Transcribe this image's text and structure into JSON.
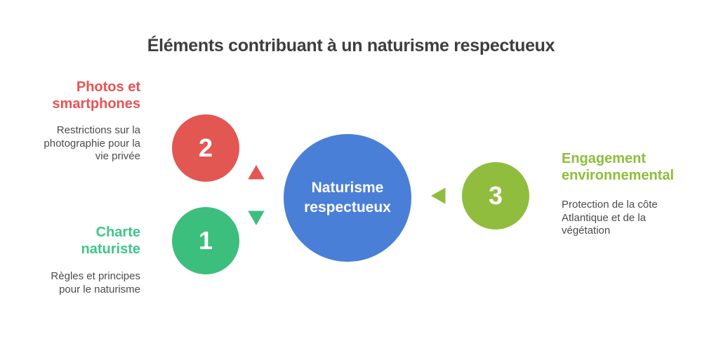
{
  "title": "Éléments contribuant à un naturisme respectueux",
  "center": {
    "label": "Naturisme\nrespectueux",
    "color": "#4A7FD7"
  },
  "items": [
    {
      "number": "1",
      "title": "Charte\nnaturiste",
      "description": "Règles et principes\npour le naturisme",
      "color": "#3CBE7D",
      "label_color": "#3DC787"
    },
    {
      "number": "2",
      "title": "Photos et\nsmartphones",
      "description": "Restrictions sur la\nphotographie pour la\nvie privée",
      "color": "#E25752",
      "label_color": "#EA5252"
    },
    {
      "number": "3",
      "title": "Engagement\nenvironnemental",
      "description": "Protection de la côte\nAtlantique et de la\nvégétation",
      "color": "#90BD3E",
      "label_color": "#8DBE3A"
    }
  ],
  "colors": {
    "title": "#3E3E3E",
    "body_text": "#4B4B4D",
    "background": "#FFFFFF",
    "circle_outline": "#FFFFFF"
  }
}
